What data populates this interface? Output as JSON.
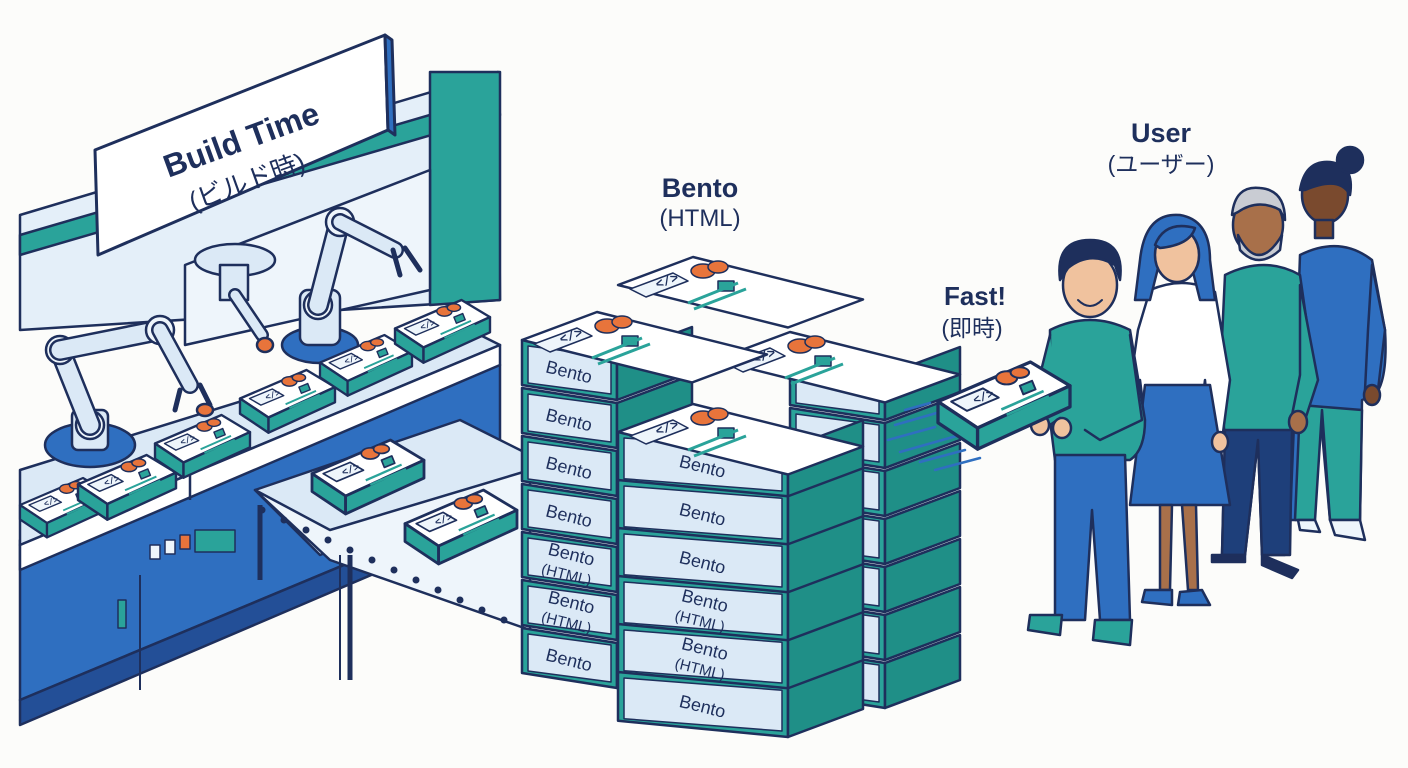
{
  "factory": {
    "sign_title": "Build Time",
    "sign_subtitle": "(ビルド時)"
  },
  "stack": {
    "title": "Bento",
    "subtitle": "(HTML)",
    "box_word": "Bento",
    "box_sub": "(HTML)",
    "code_glyph": "</>"
  },
  "delivery": {
    "title": "Fast!",
    "subtitle": "(即時)"
  },
  "users": {
    "title": "User",
    "subtitle": "(ユーザー)"
  },
  "colors": {
    "navy": "#1e2f5c",
    "blue": "#2f6fc0",
    "teal": "#2aa39a",
    "light_blue": "#dbe9f6",
    "orange": "#e8743b"
  }
}
